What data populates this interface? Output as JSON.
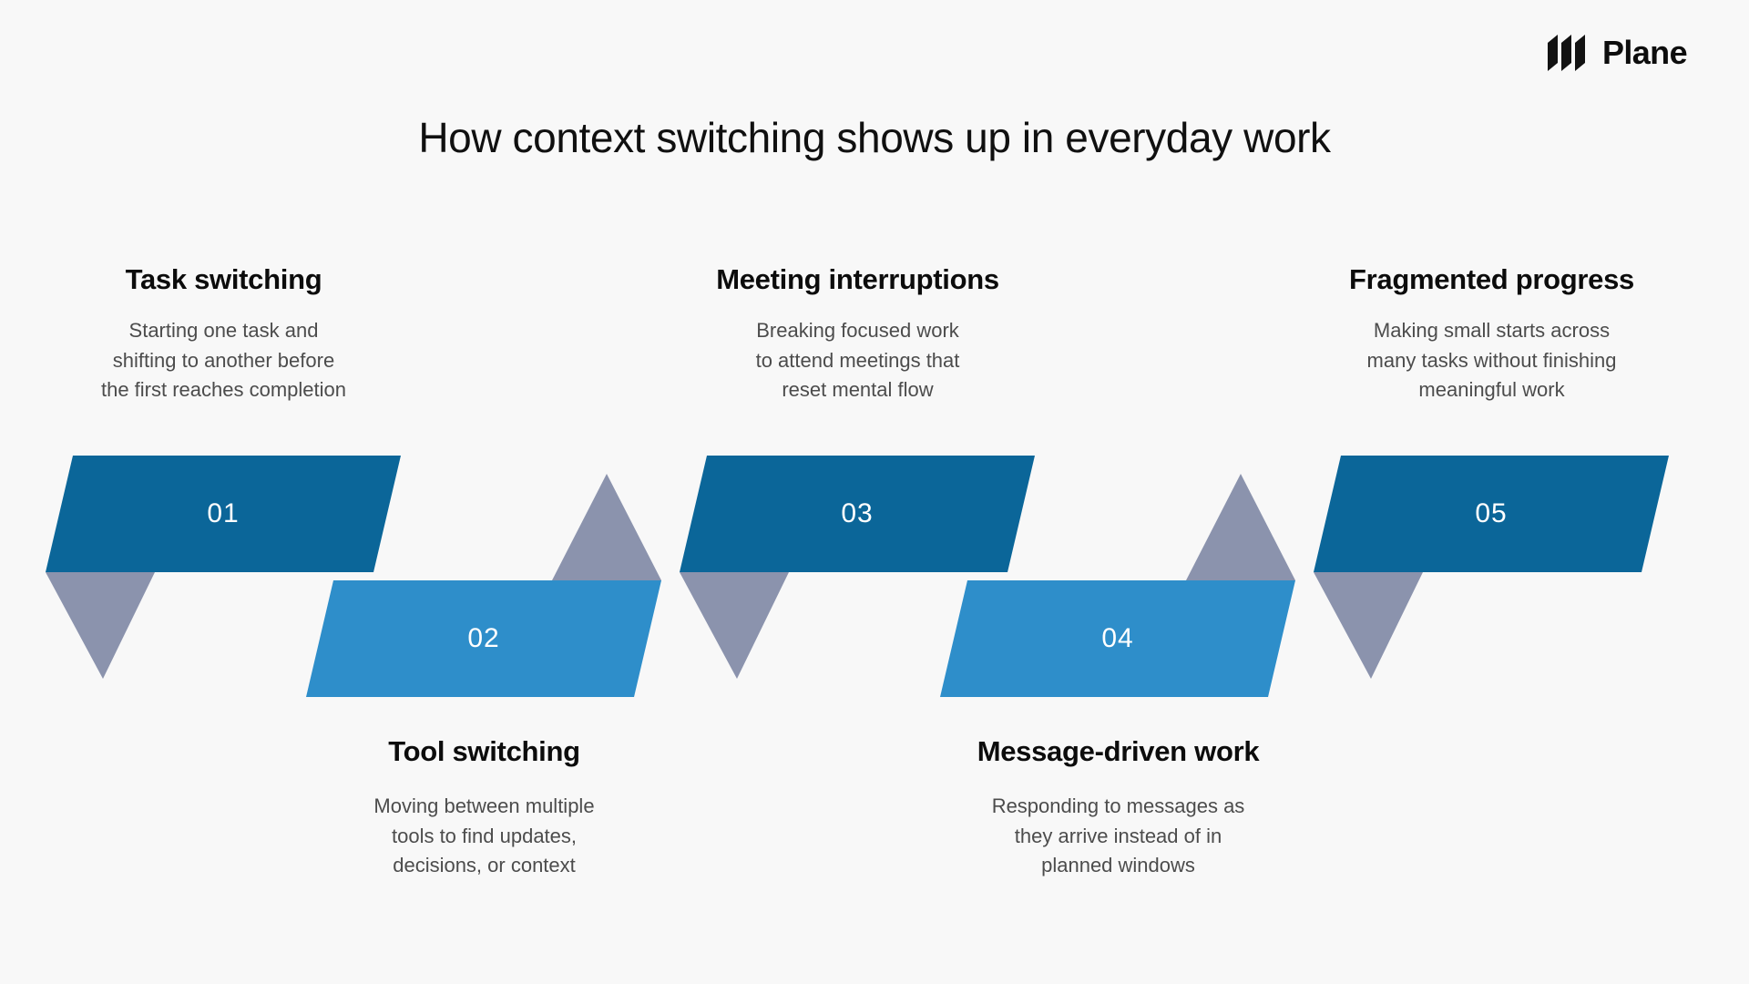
{
  "brand": {
    "name": "Plane",
    "logo_icon": "plane-logo-icon"
  },
  "header": {
    "title": "How context switching shows up in everyday work"
  },
  "colors": {
    "background": "#f8f8f8",
    "dark_blue": "#0b6699",
    "light_blue": "#2e8eca",
    "gray_blue": "#8b93ad",
    "heading_text": "#0c0c0c",
    "body_text": "#4c4c4c",
    "number_text": "#ffffff"
  },
  "chart_data": {
    "type": "diagram",
    "layout": "zigzag-chevron-flow",
    "title": "How context switching shows up in everyday work",
    "steps": [
      {
        "number": "01",
        "heading": "Task switching",
        "description_lines": [
          "Starting one task and",
          "shifting to another before",
          "the first reaches completion"
        ],
        "row": "top",
        "color": "#0b6699"
      },
      {
        "number": "02",
        "heading": "Tool switching",
        "description_lines": [
          "Moving between multiple",
          "tools to find updates,",
          "decisions, or context"
        ],
        "row": "bottom",
        "color": "#2e8eca"
      },
      {
        "number": "03",
        "heading": "Meeting interruptions",
        "description_lines": [
          "Breaking focused work",
          "to attend meetings that",
          "reset mental flow"
        ],
        "row": "top",
        "color": "#0b6699"
      },
      {
        "number": "04",
        "heading": "Message-driven work",
        "description_lines": [
          "Responding to messages as",
          "they arrive instead of in",
          "planned windows"
        ],
        "row": "bottom",
        "color": "#2e8eca"
      },
      {
        "number": "05",
        "heading": "Fragmented progress",
        "description_lines": [
          "Making small starts across",
          "many tasks without finishing",
          "meaningful work"
        ],
        "row": "top",
        "color": "#0b6699"
      }
    ],
    "connectors": [
      {
        "name": "connector-down-1",
        "direction": "down",
        "color": "#8b93ad"
      },
      {
        "name": "connector-up-1",
        "direction": "up",
        "color": "#8b93ad"
      },
      {
        "name": "connector-down-2",
        "direction": "down",
        "color": "#8b93ad"
      },
      {
        "name": "connector-up-2",
        "direction": "up",
        "color": "#8b93ad"
      },
      {
        "name": "connector-down-3",
        "direction": "down",
        "color": "#8b93ad"
      }
    ]
  }
}
